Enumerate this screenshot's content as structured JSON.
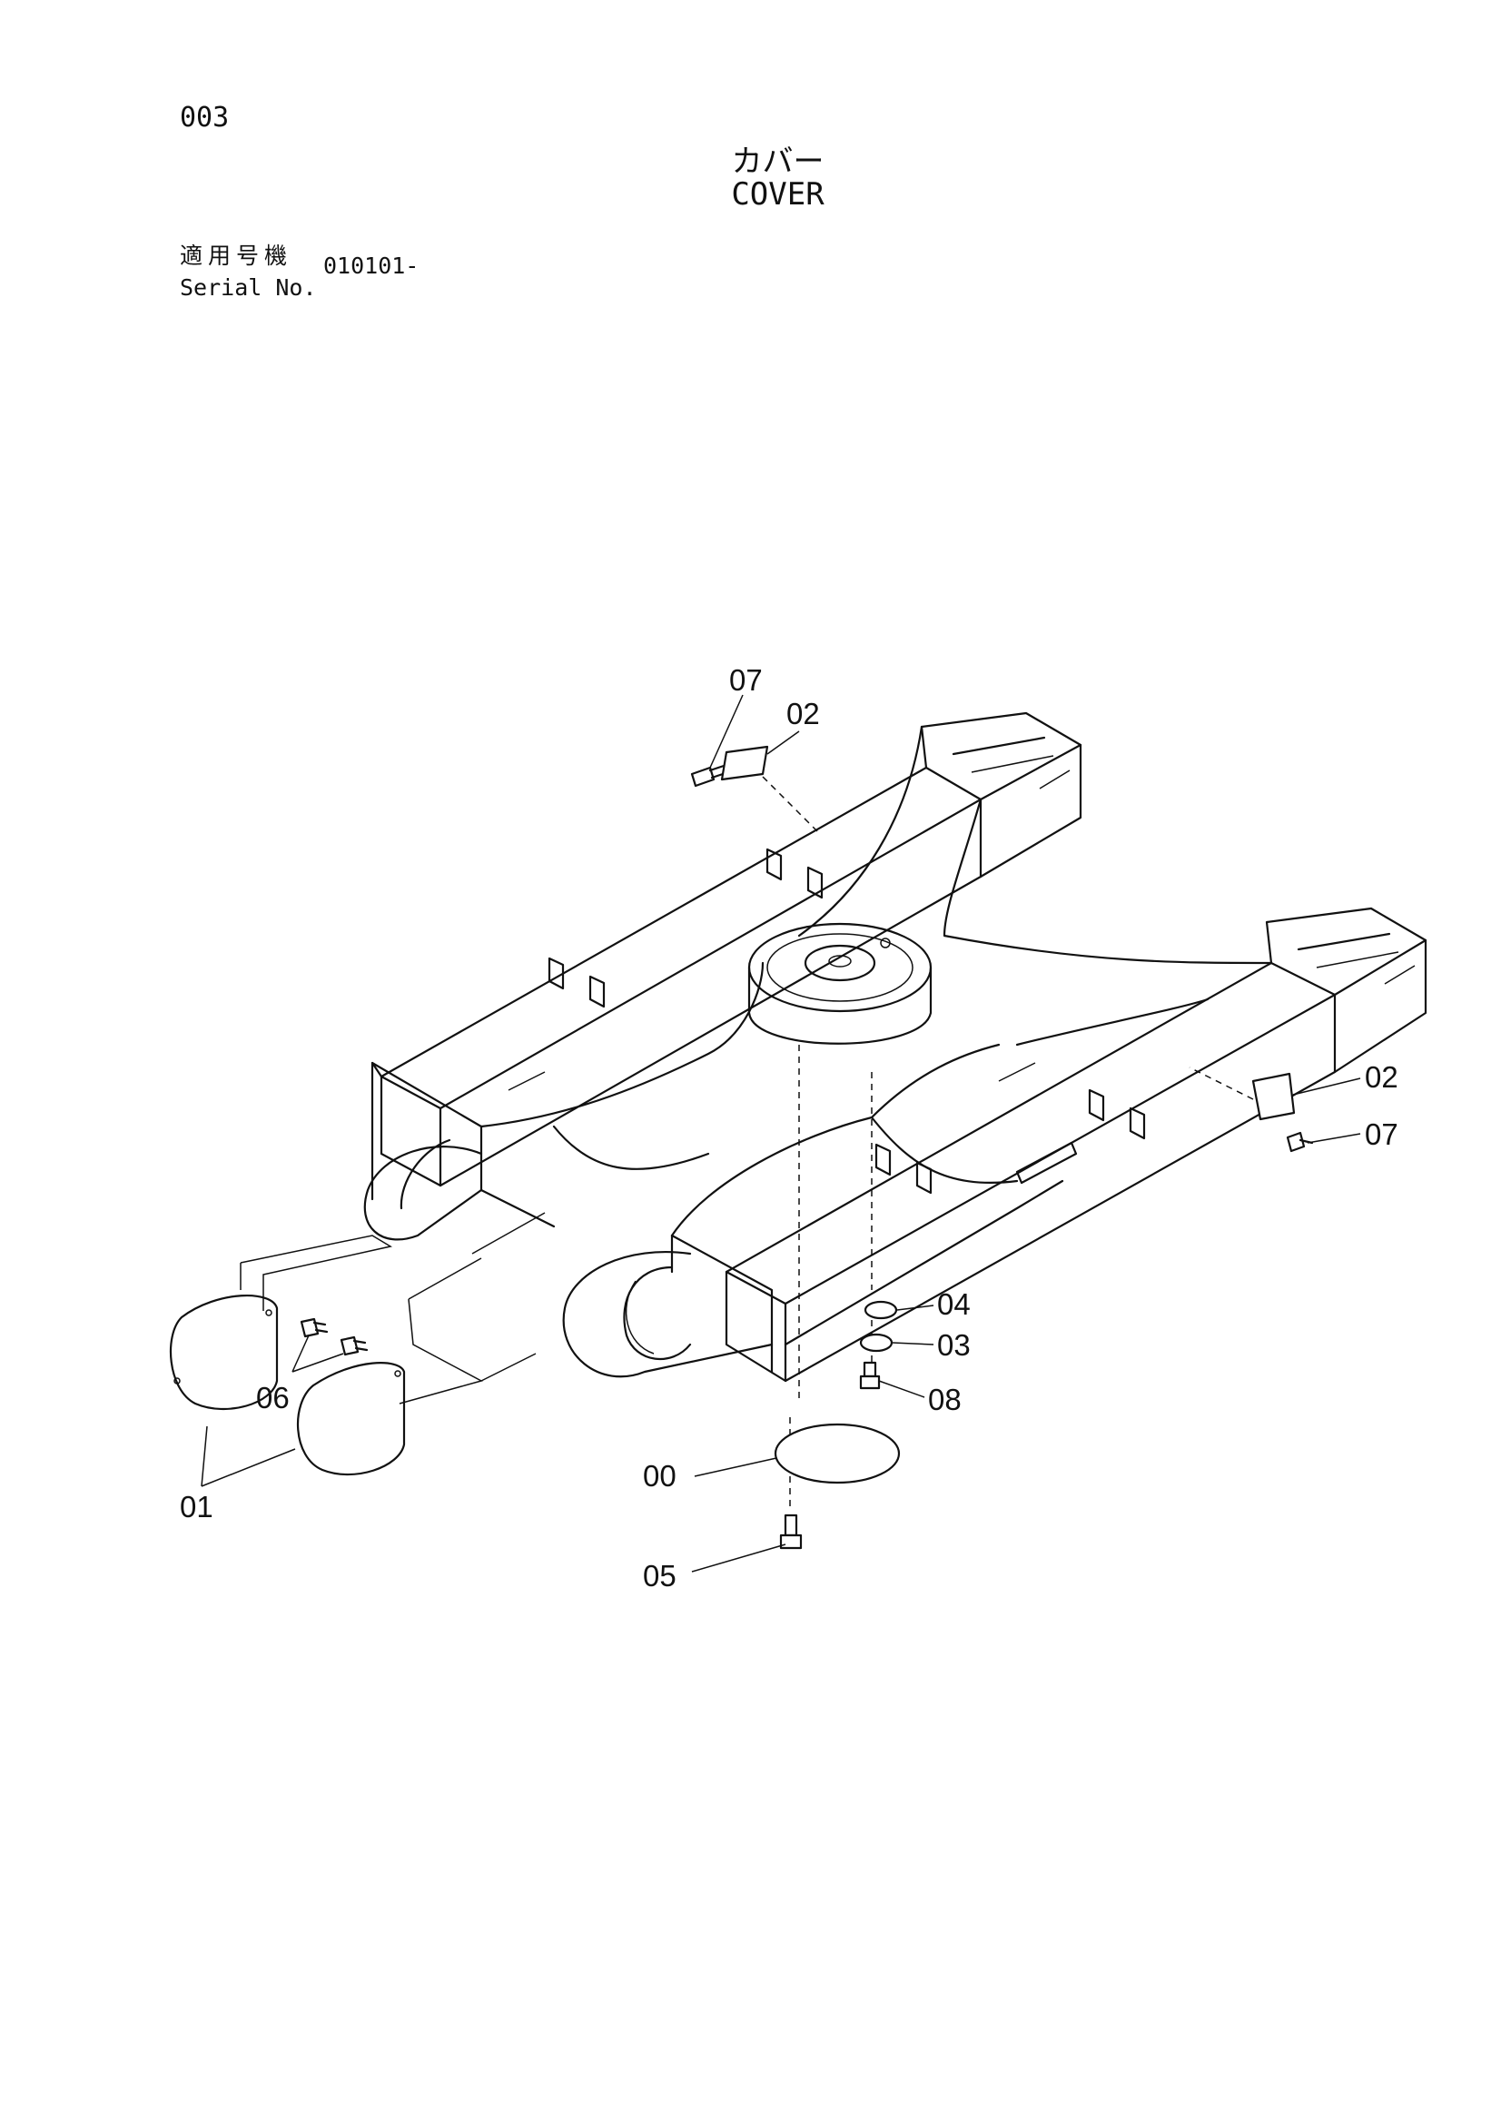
{
  "page": {
    "number": "003"
  },
  "title": {
    "japanese": "カバー",
    "english": "COVER"
  },
  "serial": {
    "label_japanese": "適用号機",
    "label_english": "Serial No.",
    "value": "010101-"
  },
  "callouts": {
    "c07_top": "07",
    "c02_top": "02",
    "c02_right": "02",
    "c07_right": "07",
    "c04": "04",
    "c03": "03",
    "c08": "08",
    "c00": "00",
    "c05": "05",
    "c06": "06",
    "c01": "01"
  }
}
